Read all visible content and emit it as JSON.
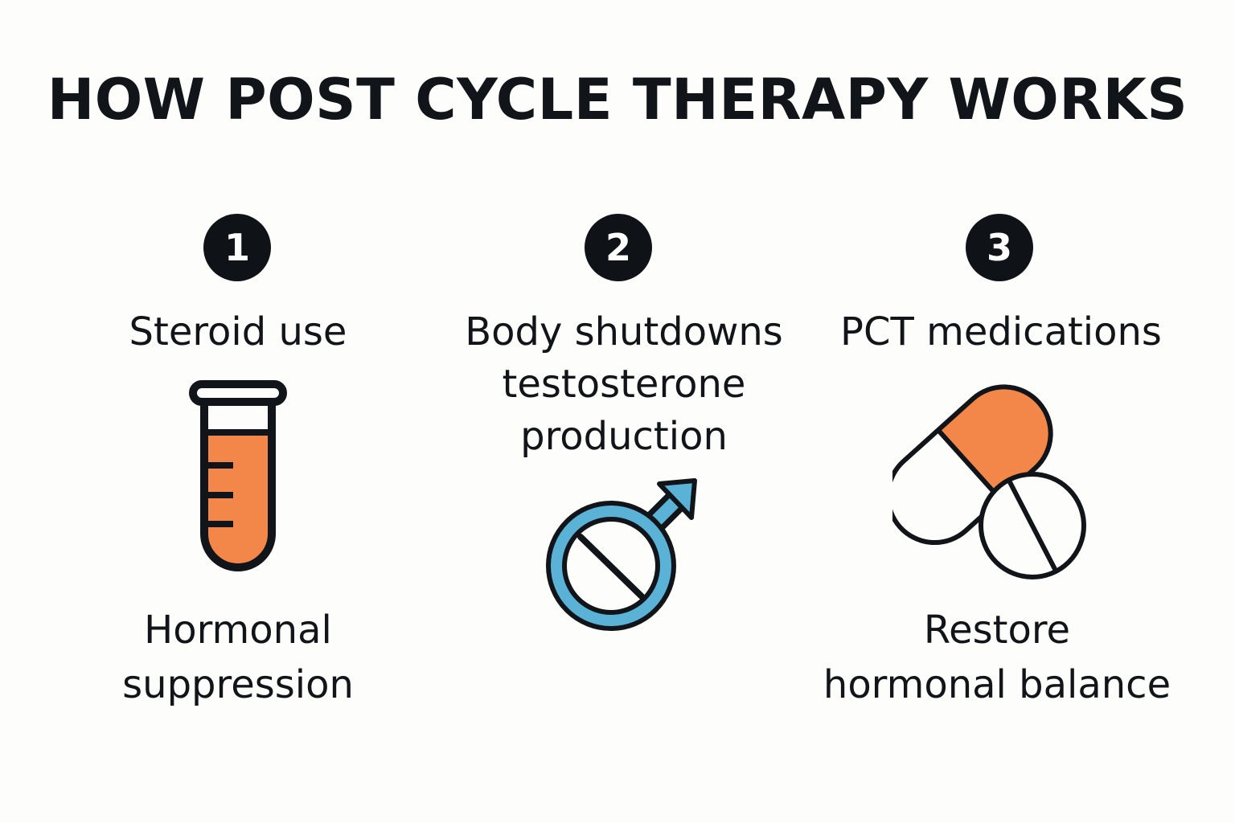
{
  "title": "HOW POST CYCLE THERAPY WORKS",
  "colors": {
    "ink": "#111418",
    "orange": "#f3874a",
    "blue": "#5ab3d6",
    "background": "#fdfdfb"
  },
  "steps": [
    {
      "number": "1",
      "label": "Steroid use",
      "icon": "test-tube-icon",
      "caption_lines": [
        "Hormonal",
        "suppression"
      ]
    },
    {
      "number": "2",
      "label_lines": [
        "Body shutdowns",
        "testosterone",
        "production"
      ],
      "icon": "blocked-male-symbol-icon"
    },
    {
      "number": "3",
      "label": "PCT medications",
      "icon": "pills-icon",
      "caption_lines": [
        "Restore",
        "hormonal balance"
      ]
    }
  ]
}
